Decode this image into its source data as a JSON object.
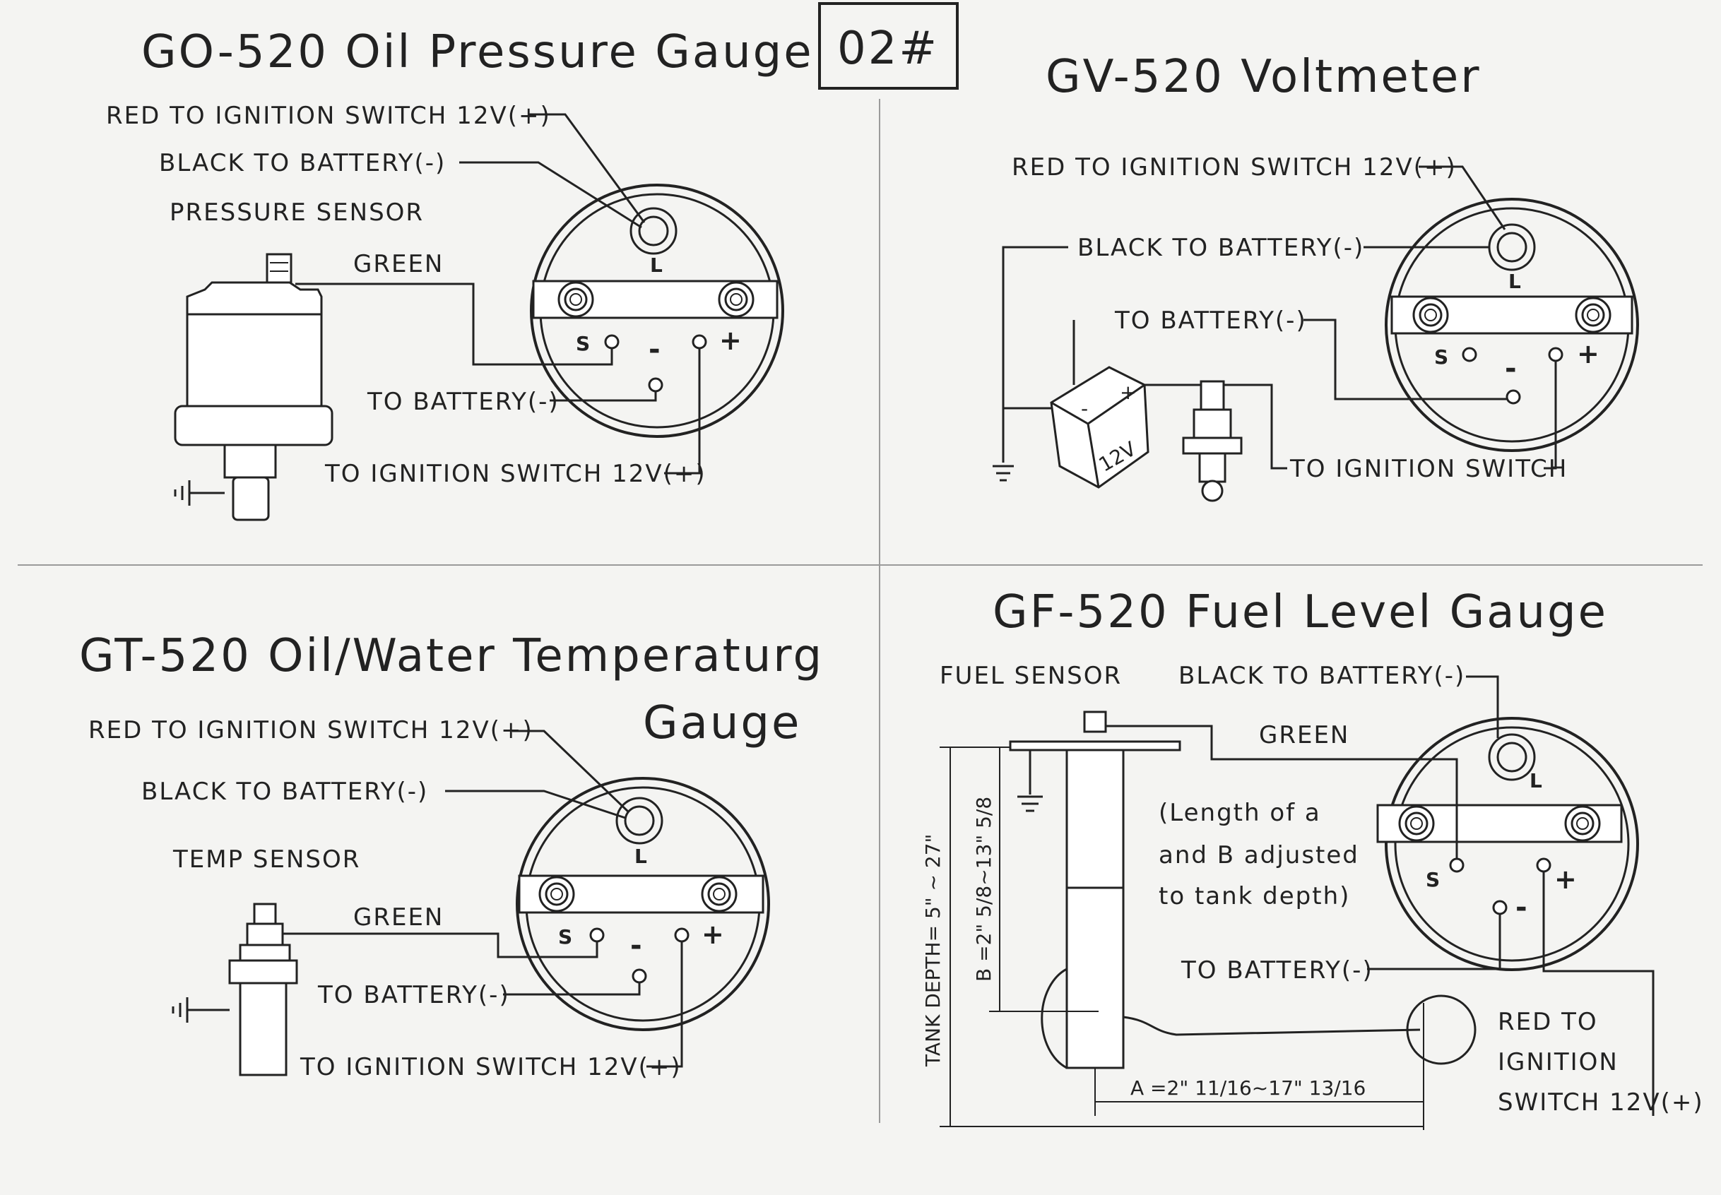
{
  "page_code": "02#",
  "pressure": {
    "title": "GO-520  Oil Pressure Gauge",
    "red": "RED TO IGNITION SWITCH 12V(+)",
    "black": "BLACK TO BATTERY(-)",
    "sensor": "PRESSURE SENSOR",
    "green": "GREEN",
    "to_battery": "TO BATTERY(-)",
    "to_ignition": "TO IGNITION SWITCH 12V(+)",
    "term_l": "L",
    "term_s": "S",
    "term_minus": "-",
    "term_plus": "+"
  },
  "volt": {
    "title": "GV-520    Voltmeter",
    "red": "RED TO IGNITION SWITCH 12V(+)",
    "black": "BLACK TO BATTERY(-)",
    "to_battery": "TO BATTERY(-)",
    "to_ignition": "TO IGNITION SWITCH",
    "battery_label": "12V",
    "batt_minus": "-",
    "batt_plus": "+",
    "term_l": "L",
    "term_s": "S",
    "term_minus": "-",
    "term_plus": "+"
  },
  "temp": {
    "title_line1": "GT-520  Oil/Water Temperaturg",
    "title_line2": "Gauge",
    "red": "RED TO IGNITION SWITCH 12V(+)",
    "black": "BLACK TO BATTERY(-)",
    "sensor": "TEMP SENSOR",
    "green": "GREEN",
    "to_battery": "TO BATTERY(-)",
    "to_ignition": "TO IGNITION SWITCH 12V(+)",
    "term_l": "L",
    "term_s": "S",
    "term_minus": "-",
    "term_plus": "+"
  },
  "fuel": {
    "title": "GF-520   Fuel Level Gauge",
    "sensor": "FUEL SENSOR",
    "black": "BLACK TO BATTERY(-)",
    "green": "GREEN",
    "note_1": "(Length of a",
    "note_2": "and B adjusted",
    "note_3": "to tank depth)",
    "to_battery": "TO BATTERY(-)",
    "red_1": "RED TO",
    "red_2": "IGNITION",
    "red_3": "SWITCH 12V(+)",
    "tank_depth": "TANK DEPTH= 5\" ~ 27\"",
    "dim_b": "B =2\" 5/8~13\" 5/8",
    "dim_a": "A =2\" 11/16~17\" 13/16",
    "term_l": "L",
    "term_s": "S",
    "term_minus": "-",
    "term_plus": "+"
  }
}
